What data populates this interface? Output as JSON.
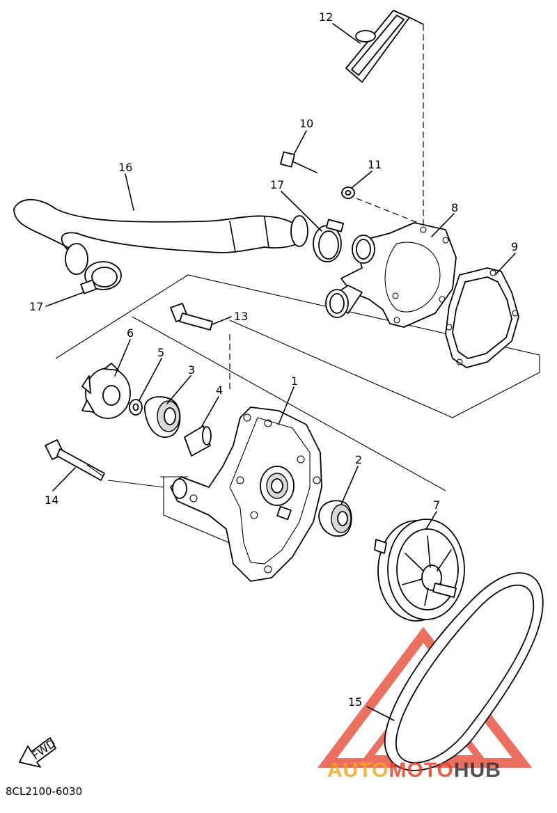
{
  "diagram": {
    "callouts": [
      {
        "id": "c1",
        "text": "1"
      },
      {
        "id": "c2",
        "text": "2"
      },
      {
        "id": "c3",
        "text": "3"
      },
      {
        "id": "c4",
        "text": "4"
      },
      {
        "id": "c5",
        "text": "5"
      },
      {
        "id": "c6",
        "text": "6"
      },
      {
        "id": "c7",
        "text": "7"
      },
      {
        "id": "c8",
        "text": "8"
      },
      {
        "id": "c9",
        "text": "9"
      },
      {
        "id": "c10",
        "text": "10"
      },
      {
        "id": "c11",
        "text": "11"
      },
      {
        "id": "c12",
        "text": "12"
      },
      {
        "id": "c13",
        "text": "13"
      },
      {
        "id": "c14",
        "text": "14"
      },
      {
        "id": "c15",
        "text": "15"
      },
      {
        "id": "c16",
        "text": "16"
      },
      {
        "id": "c17a",
        "text": "17"
      },
      {
        "id": "c17b",
        "text": "17"
      }
    ],
    "fwd_label": "FWD",
    "drawing_code": "8CL2100-6030"
  },
  "watermark": {
    "part1": "AUTO",
    "part2": "MOTO",
    "part3": "HUB",
    "color_orange": "#f4a51c",
    "color_red": "#e8402a",
    "color_dark": "#333333"
  }
}
